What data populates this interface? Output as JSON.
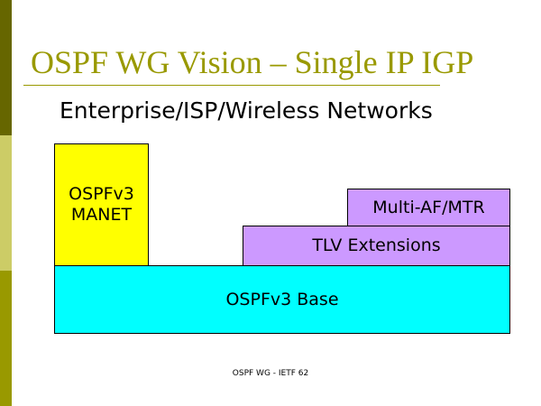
{
  "title": "OSPF WG Vision – Single IP IGP",
  "subtitle": "Enterprise/ISP/Wireless Networks",
  "blocks": {
    "manet": "OSPFv3\nMANET",
    "manet_line1": "OSPFv3",
    "manet_line2": "MANET",
    "multi_af": "Multi-AF/MTR",
    "tlv": "TLV Extensions",
    "base": "OSPFv3 Base"
  },
  "footer": "OSPF WG - IETF 62",
  "colors": {
    "accent": "#999900",
    "yellow": "#ffff00",
    "purple": "#cc99ff",
    "cyan": "#00ffff"
  }
}
